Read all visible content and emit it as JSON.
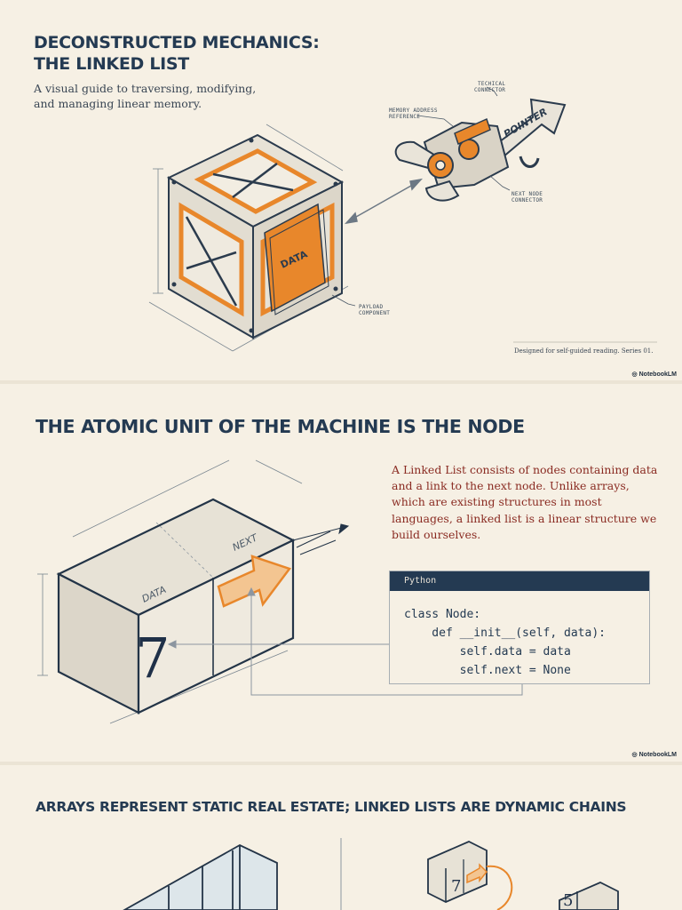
{
  "slide1": {
    "title_line1": "DECONSTRUCTED MECHANICS:",
    "title_line2": "THE LINKED LIST",
    "subtitle_line1": "A visual guide to traversing, modifying,",
    "subtitle_line2": "and managing linear memory.",
    "labels": {
      "techical_connector_1": "TECHICAL",
      "techical_connector_2": "CONNECTOR",
      "memory_address_1": "MEMORY ADDRESS",
      "memory_address_2": "REFERENCE",
      "next_node_1": "NEXT NODE",
      "next_node_2": "CONNECTOR",
      "payload_1": "PAYLOAD",
      "payload_2": "COMPONENT",
      "data": "DATA",
      "pointer": "POINTER"
    },
    "footer": "Designed for self-guided reading. Series 01.",
    "brand": "NotebookLM"
  },
  "slide2": {
    "title": "THE ATOMIC UNIT OF THE MACHINE IS THE NODE",
    "para_lines": [
      "A Linked List consists of nodes containing data",
      "and a link to the next node. Unlike arrays,",
      "which are existing structures in most",
      "languages, a linked list is a linear structure we",
      "build ourselves."
    ],
    "node_data_label": "DATA",
    "node_next_label": "NEXT",
    "node_value": "7",
    "code_lang": "Python",
    "code_lines": [
      "class Node:",
      "    def __init__(self, data):",
      "        self.data = data",
      "        self.next = None"
    ],
    "brand": "NotebookLM"
  },
  "slide3": {
    "title": "ARRAYS REPRESENT STATIC REAL ESTATE; LINKED LISTS ARE DYNAMIC CHAINS",
    "node_values": [
      "7",
      "5"
    ]
  },
  "colors": {
    "navy": "#243a52",
    "orange": "#e8872b",
    "cream": "#f6f0e4",
    "red_text": "#8a2b22"
  }
}
